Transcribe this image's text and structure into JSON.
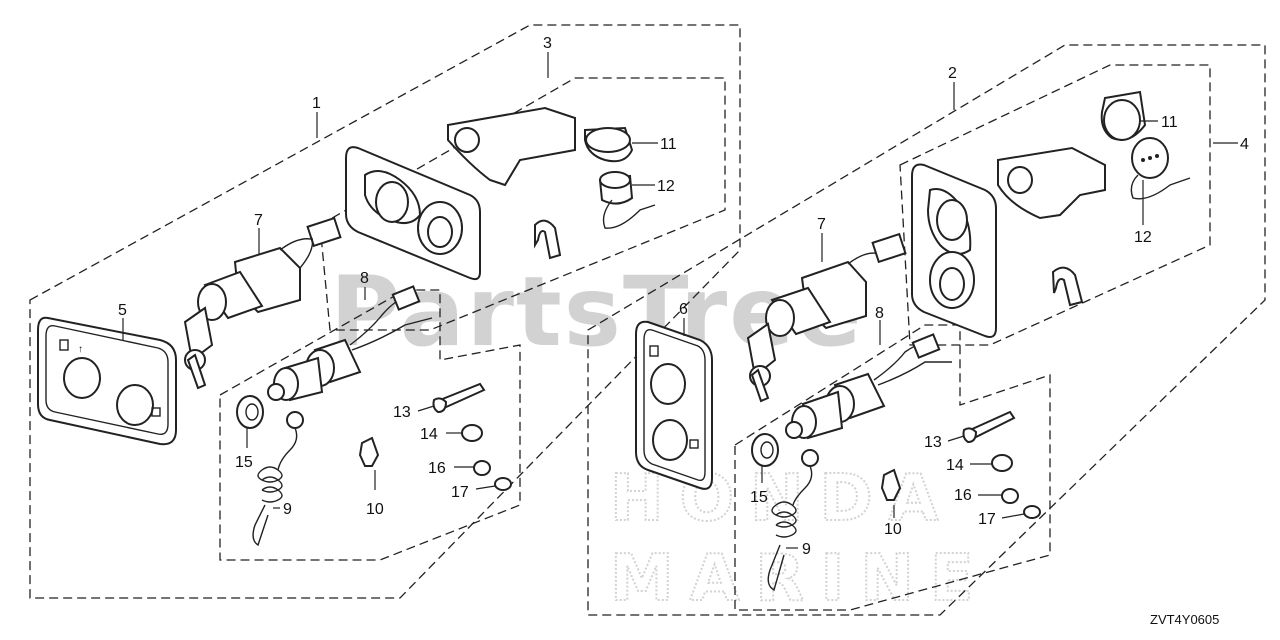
{
  "watermark": {
    "text": "PartsTree",
    "brand_top": "HONDA",
    "brand_bottom": "MARINE"
  },
  "diagram_code": "ZVT4Y0605",
  "left_group": {
    "labels": {
      "l1": "1",
      "l3": "3",
      "l5": "5",
      "l7": "7",
      "l8": "8",
      "l9": "9",
      "l10": "10",
      "l11": "11",
      "l12": "12",
      "l13": "13",
      "l14": "14",
      "l15": "15",
      "l16": "16",
      "l17": "17"
    }
  },
  "right_group": {
    "labels": {
      "l2": "2",
      "l4": "4",
      "l6": "6",
      "l7": "7",
      "l8": "8",
      "l9": "9",
      "l10": "10",
      "l11": "11",
      "l12": "12",
      "l13": "13",
      "l14": "14",
      "l15": "15",
      "l16": "16",
      "l17": "17"
    }
  }
}
